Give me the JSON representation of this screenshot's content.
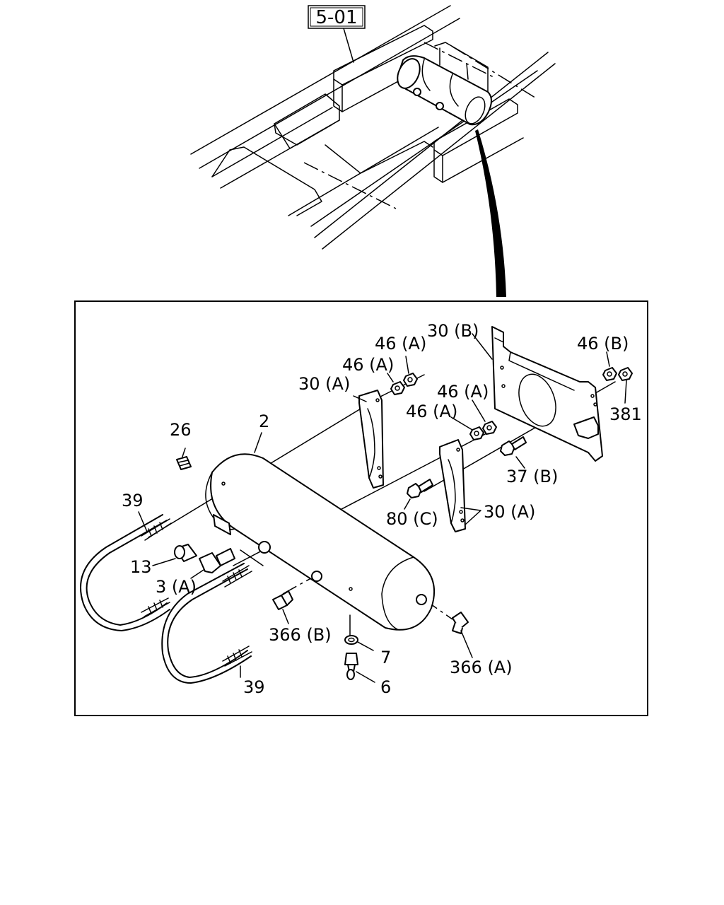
{
  "reference": {
    "label": "5-01"
  },
  "callouts": [
    {
      "id": "c-2",
      "text": "2"
    },
    {
      "id": "c-26",
      "text": "26"
    },
    {
      "id": "c-39a",
      "text": "39"
    },
    {
      "id": "c-39b",
      "text": "39"
    },
    {
      "id": "c-13",
      "text": "13"
    },
    {
      "id": "c-3a",
      "text": "3 (A)"
    },
    {
      "id": "c-366b",
      "text": "366 (B)"
    },
    {
      "id": "c-366a",
      "text": "366 (A)"
    },
    {
      "id": "c-7",
      "text": "7"
    },
    {
      "id": "c-6",
      "text": "6"
    },
    {
      "id": "c-30a1",
      "text": "30 (A)"
    },
    {
      "id": "c-30a2",
      "text": "30 (A)"
    },
    {
      "id": "c-30b",
      "text": "30 (B)"
    },
    {
      "id": "c-46a1",
      "text": "46 (A)"
    },
    {
      "id": "c-46a2",
      "text": "46 (A)"
    },
    {
      "id": "c-46a3",
      "text": "46 (A)"
    },
    {
      "id": "c-46a4",
      "text": "46 (A)"
    },
    {
      "id": "c-46b",
      "text": "46 (B)"
    },
    {
      "id": "c-381",
      "text": "381"
    },
    {
      "id": "c-37b",
      "text": "37 (B)"
    },
    {
      "id": "c-80c",
      "text": "80 (C)"
    }
  ]
}
